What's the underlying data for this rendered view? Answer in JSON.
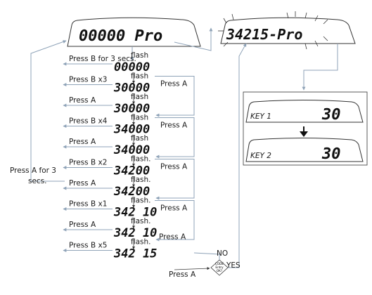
{
  "displays": {
    "top_left": "00000 Pro",
    "top_right": "34215-Pro",
    "key1_label": "KEY 1",
    "key1_value": "30",
    "key2_label": "KEY 2",
    "key2_value": "30"
  },
  "steps": [
    {
      "value": "00000",
      "label": "Press B for 3 secs."
    },
    {
      "value": "30000",
      "label": "Press B x3"
    },
    {
      "value": "30000",
      "label": "Press A"
    },
    {
      "value": "34000",
      "label": "Press B x4"
    },
    {
      "value": "34000",
      "label": "Press A"
    },
    {
      "value": "34200",
      "label": "Press B x2"
    },
    {
      "value": "34200",
      "label": "Press A"
    },
    {
      "value": "342 10",
      "label": "Press B x1"
    },
    {
      "value": "342 10",
      "label": "Press A"
    },
    {
      "value": "342 15",
      "label": "Press B x5"
    }
  ],
  "labels": {
    "flash": "flash",
    "flash_dot": "flash.",
    "press_a": "Press A",
    "press_a_3secs_line1": "Press A for 3",
    "press_a_3secs_line2": "secs.",
    "no": "NO",
    "yes": "YES",
    "code_line1": "CODE",
    "code_line2": "Entry",
    "code_line3": "OK?"
  }
}
